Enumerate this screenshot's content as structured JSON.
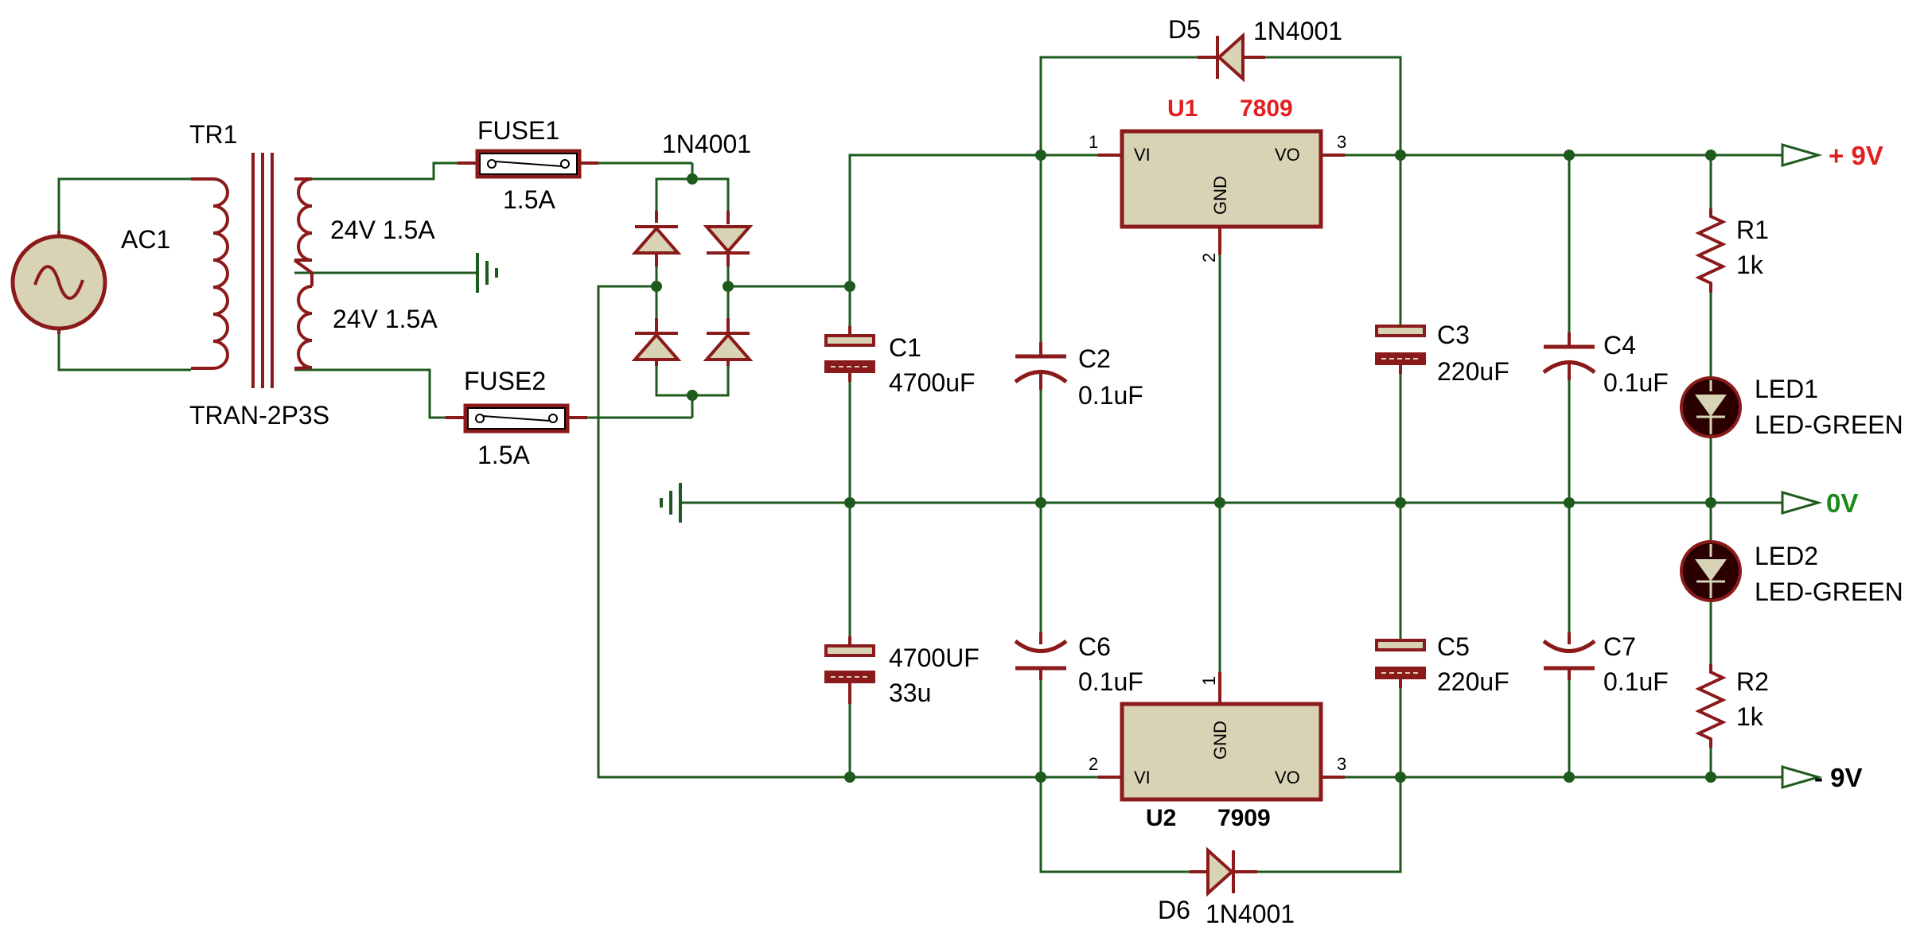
{
  "transformer": {
    "ref": "TR1",
    "model": "TRAN-2P3S",
    "winding_top": "24V 1.5A",
    "winding_bottom": "24V 1.5A"
  },
  "source": {
    "ref": "AC1"
  },
  "fuses": [
    {
      "ref": "FUSE1",
      "rating": "1.5A"
    },
    {
      "ref": "FUSE2",
      "rating": "1.5A"
    }
  ],
  "bridge": {
    "label": "1N4001"
  },
  "capacitors": [
    {
      "ref": "C1",
      "value": "4700uF"
    },
    {
      "ref": "C2",
      "value": "0.1uF"
    },
    {
      "ref": "C3",
      "value": "220uF"
    },
    {
      "ref": "C4",
      "value": "0.1uF"
    },
    {
      "ref": "C5",
      "value": "220uF"
    },
    {
      "ref": "C6",
      "value": "0.1uF"
    },
    {
      "ref": "C7",
      "value": "0.1uF"
    },
    {
      "ref": "",
      "value": "4700UF",
      "extra": "33u"
    }
  ],
  "regulators": [
    {
      "ref": "U1",
      "model": "7809",
      "pin_in": "VI",
      "pin_out": "VO",
      "pin_gnd": "GND",
      "pins": [
        "1",
        "2",
        "3"
      ]
    },
    {
      "ref": "U2",
      "model": "7909",
      "pin_in": "VI",
      "pin_out": "VO",
      "pin_gnd": "GND",
      "pins": [
        "2",
        "1",
        "3"
      ]
    }
  ],
  "diodes": [
    {
      "ref": "D5",
      "model": "1N4001"
    },
    {
      "ref": "D6",
      "model": "1N4001"
    }
  ],
  "resistors": [
    {
      "ref": "R1",
      "value": "1k"
    },
    {
      "ref": "R2",
      "value": "1k"
    }
  ],
  "leds": [
    {
      "ref": "LED1",
      "model": "LED-GREEN"
    },
    {
      "ref": "LED2",
      "model": "LED-GREEN"
    }
  ],
  "outputs": {
    "plus": "+ 9V",
    "zero": "0V",
    "minus": "- 9V"
  },
  "colors": {
    "wire": "#1e5a1e",
    "component": "#8b1a1a",
    "fill": "#d8d3b4",
    "red_label": "#e02020",
    "green_label": "#1a8a1a"
  }
}
